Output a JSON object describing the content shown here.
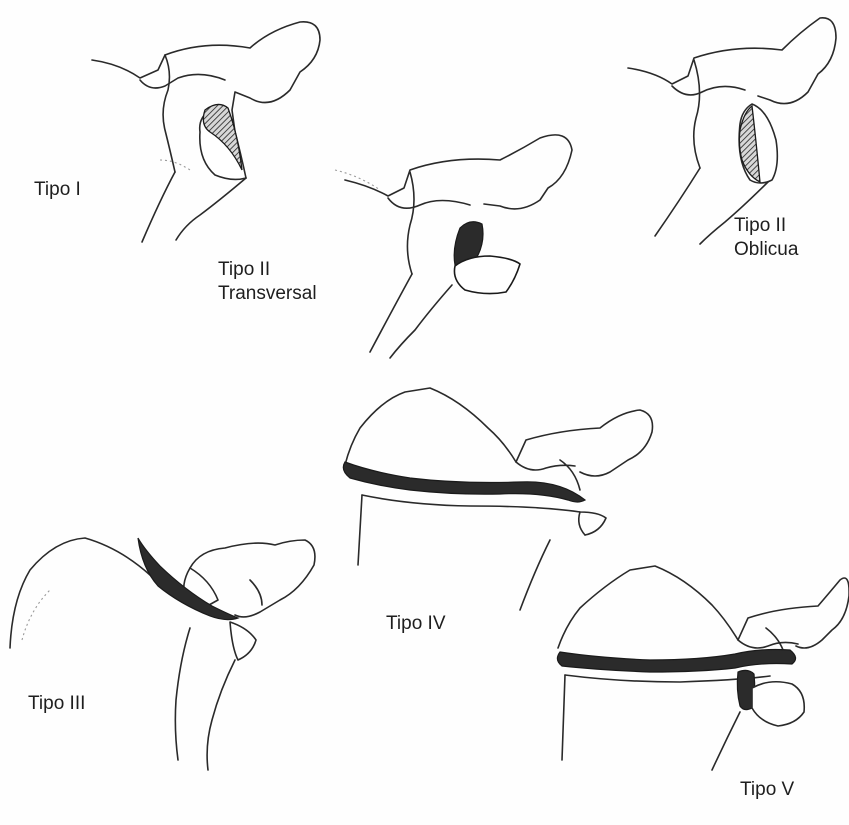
{
  "labels": {
    "tipo_i": "Tipo I",
    "tipo_ii_transversal_line1": "Tipo II",
    "tipo_ii_transversal_line2": "Transversal",
    "tipo_ii_oblicua_line1": "Tipo II",
    "tipo_ii_oblicua_line2": "Oblicua",
    "tipo_iii": "Tipo III",
    "tipo_iv": "Tipo IV",
    "tipo_v": "Tipo V"
  },
  "colors": {
    "line": "#2a2a2a",
    "fragment_dark": "#2b2b2b",
    "background": "#fefefe"
  }
}
